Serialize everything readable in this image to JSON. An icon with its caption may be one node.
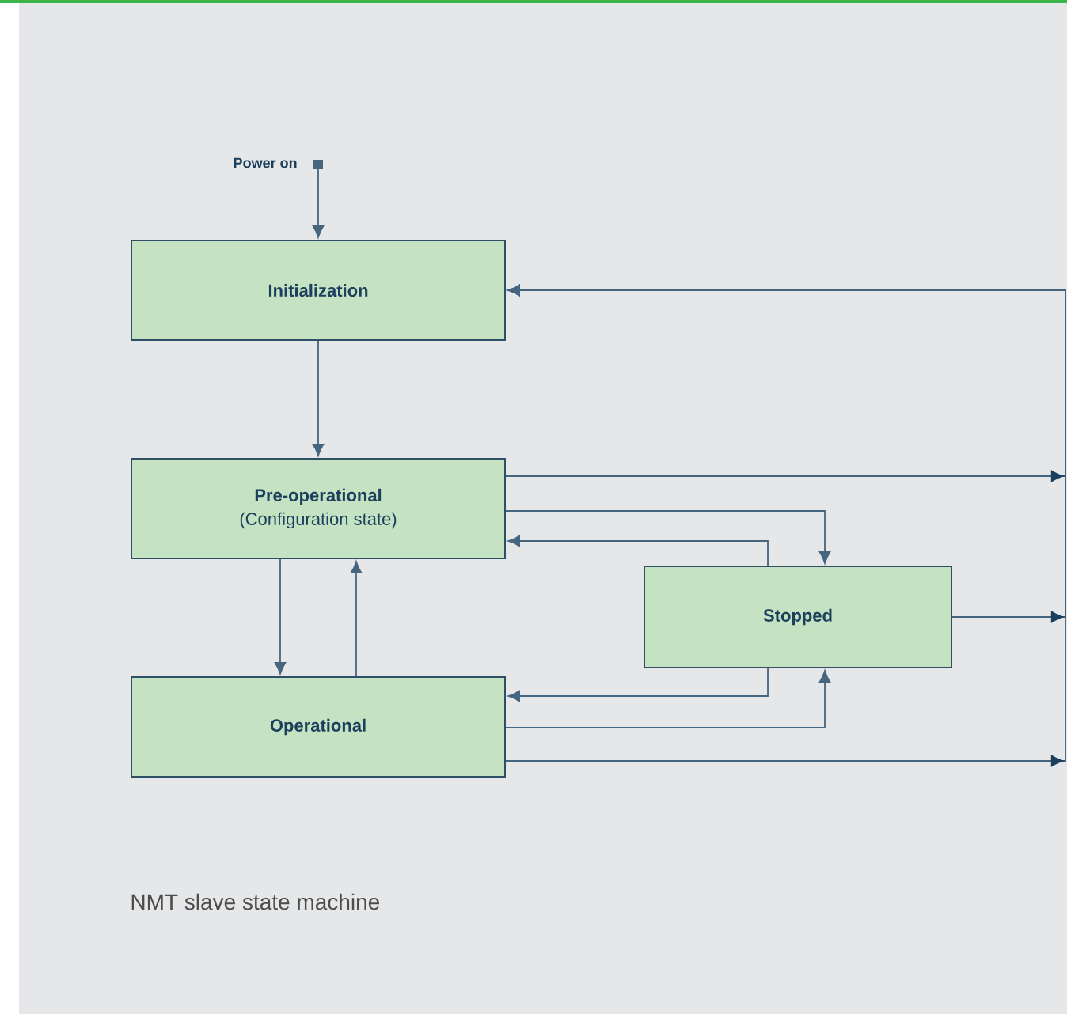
{
  "diagram": {
    "caption": "NMT slave state machine",
    "nodes": [
      {
        "text": [
          "Power on"
        ]
      },
      {
        "text": [
          "Initialization"
        ]
      },
      {
        "text": [
          "Pre-operational",
          "(Configuration state)"
        ]
      },
      {
        "text": [
          "Stopped"
        ]
      },
      {
        "text": [
          "Operational"
        ]
      }
    ],
    "edges": [
      {
        "from": 0,
        "to": 1,
        "arrow": "to"
      },
      {
        "from": 1,
        "to": 2,
        "arrow": "to"
      },
      {
        "from": 2,
        "to": 4,
        "arrow": "to"
      },
      {
        "from": 4,
        "to": 2,
        "arrow": "to"
      },
      {
        "from": 2,
        "to": 3,
        "arrow": "to"
      },
      {
        "from": 3,
        "to": 2,
        "arrow": "to"
      },
      {
        "from": 3,
        "to": 4,
        "arrow": "to"
      },
      {
        "from": 4,
        "to": 3,
        "arrow": "to"
      },
      {
        "from": 2,
        "to": 1,
        "arrow": "to"
      },
      {
        "from": 3,
        "to": 1,
        "arrow": "to"
      },
      {
        "from": 4,
        "to": 1,
        "arrow": "to"
      }
    ]
  }
}
